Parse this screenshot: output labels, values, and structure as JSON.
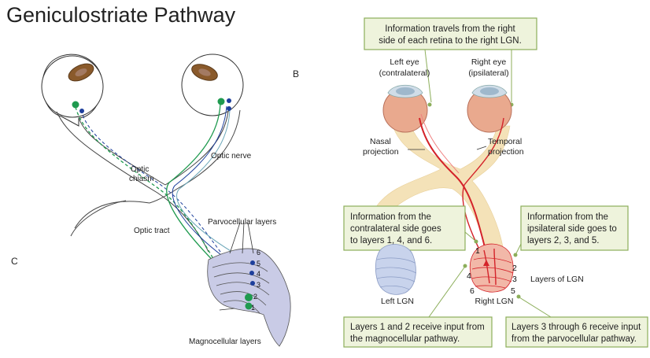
{
  "title": "Geniculostriate Pathway",
  "left_diagram": {
    "panel_label": "C",
    "labels": {
      "optic_nerve": "Optic nerve",
      "optic_chiasm_1": "Optic",
      "optic_chiasm_2": "chiasm",
      "optic_tract": "Optic tract",
      "parvocellular": "Parvocellular layers",
      "magnocellular": "Magnocellular layers"
    },
    "layer_numbers": [
      "6",
      "5",
      "4",
      "3",
      "2",
      "1"
    ],
    "colors": {
      "green": "#1f9a4f",
      "blue": "#1d3f9c",
      "lgn_fill": "#c9cbe6",
      "iris": "#8a5a2b"
    }
  },
  "right_diagram": {
    "panel_label": "B",
    "callouts": {
      "top_1": "Information travels from the right",
      "top_2": "side of each retina to the right LGN.",
      "contra_1": "Information from the",
      "contra_2": "contralateral side goes",
      "contra_3": "to layers 1, 4, and 6.",
      "ipsi_1": "Information from the",
      "ipsi_2": "ipsilateral side goes to",
      "ipsi_3": "layers 2, 3, and 5.",
      "magno_1": "Layers 1 and 2 receive input from",
      "magno_2": "the magnocellular pathway.",
      "parvo_1": "Layers 3 through 6  receive input",
      "parvo_2": "from the parvocellular pathway."
    },
    "labels": {
      "left_eye_1": "Left eye",
      "left_eye_2": "(contralateral)",
      "right_eye_1": "Right eye",
      "right_eye_2": "(ipsilateral)",
      "nasal_1": "Nasal",
      "nasal_2": "projection",
      "temporal_1": "Temporal",
      "temporal_2": "projection",
      "left_lgn": "Left LGN",
      "right_lgn": "Right LGN",
      "layers_of_lgn": "Layers of LGN"
    },
    "layer_numbers": [
      "1",
      "2",
      "3",
      "4",
      "5",
      "6"
    ],
    "colors": {
      "callout_fill": "#eef3dc",
      "callout_border": "#8cae5a",
      "red": "#d4232a",
      "lgn_red": "#f2b8a8",
      "tract": "#f4e2b8",
      "left_lgn": "#c8d3ec"
    }
  }
}
